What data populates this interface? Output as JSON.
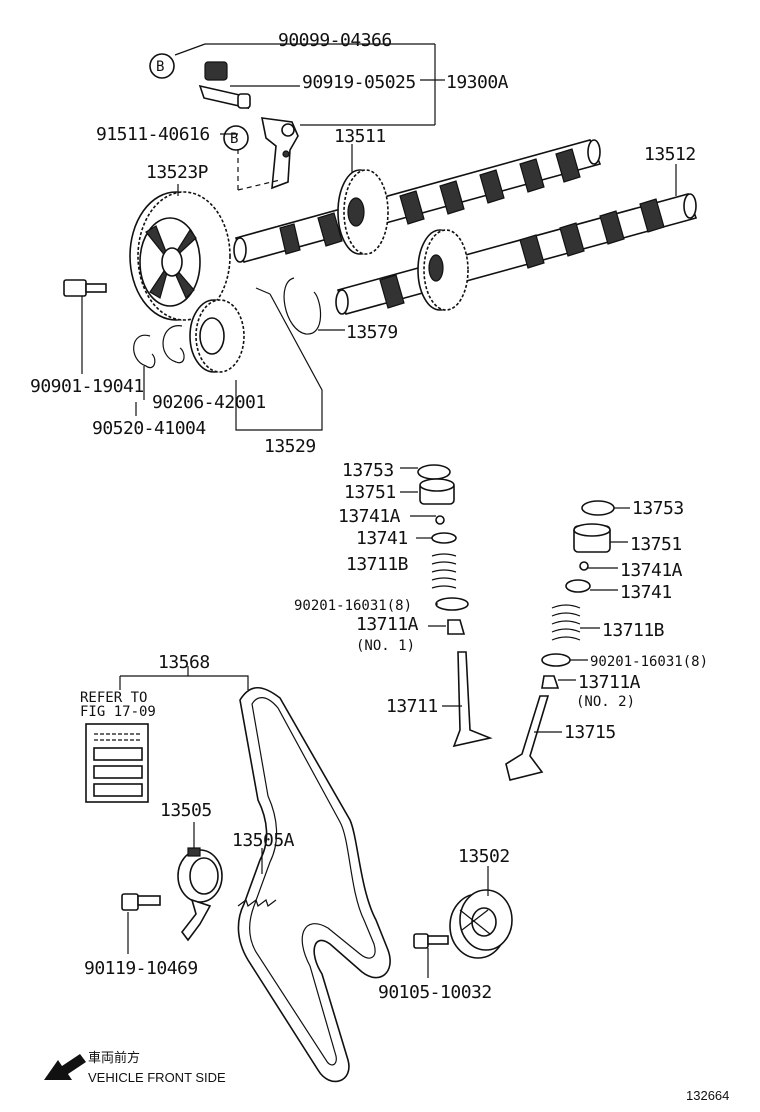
{
  "callouts": {
    "p90099_04366": "90099-04366",
    "p90919_05025": "90919-05025",
    "p19300A": "19300A",
    "p91511_40616": "91511-40616",
    "p13511": "13511",
    "p13512": "13512",
    "p13523P": "13523P",
    "p13579": "13579",
    "p90901_19041": "90901-19041",
    "p90206_42001": "90206-42001",
    "p90520_41004": "90520-41004",
    "p13529": "13529",
    "p13753_a": "13753",
    "p13751_a": "13751",
    "p13741A_a": "13741A",
    "p13741_a": "13741",
    "p13711B_a": "13711B",
    "p90201_16031_a": "90201-16031(8)",
    "p13711A_a": "13711A",
    "no1": "(NO. 1)",
    "p13711": "13711",
    "p13753_b": "13753",
    "p13751_b": "13751",
    "p13741A_b": "13741A",
    "p13741_b": "13741",
    "p13711B_b": "13711B",
    "p90201_16031_b": "90201-16031(8)",
    "p13711A_b": "13711A",
    "no2": "(NO. 2)",
    "p13715": "13715",
    "p13568": "13568",
    "refer_line1": "REFER TO",
    "refer_line2": "FIG 17-09",
    "p13505": "13505",
    "p13505A": "13505A",
    "p90119_10469": "90119-10469",
    "p13502": "13502",
    "p90105_10032": "90105-10032"
  },
  "markers": {
    "b1": "B",
    "b2": "B"
  },
  "footer": {
    "direction_jp": "車両前方",
    "direction_en": "VEHICLE FRONT SIDE",
    "figure_number": "132664"
  },
  "icons": {
    "direction": "arrow-down-left-icon"
  }
}
